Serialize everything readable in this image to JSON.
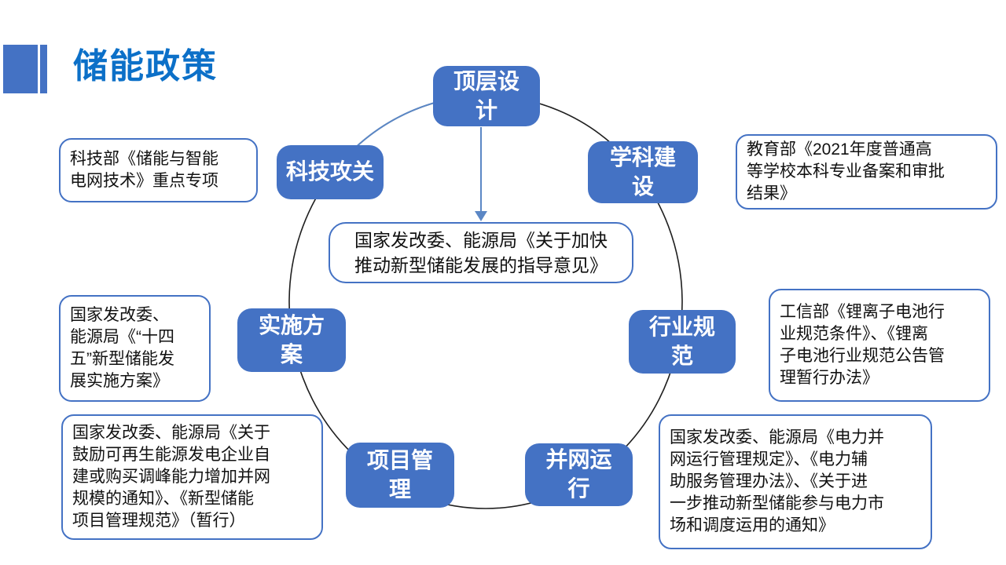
{
  "slide": {
    "title": "储能政策"
  },
  "colors": {
    "accent_blue": "#4472C4",
    "title_blue": "#0C70C8",
    "arrow_blue": "#5B87C5",
    "circle_stroke": "#1f1f1f"
  },
  "diagram": {
    "nodes": {
      "top": "顶层设\n计",
      "upper_right": "学科建\n设",
      "right": "行业规\n范",
      "lower_right": "并网运\n行",
      "lower_left": "项目管\n理",
      "left": "实施方\n案",
      "upper_left": "科技攻关"
    },
    "center_note": "国家发改委、能源局《关于加快\n推动新型储能发展的指导意见》",
    "callouts": {
      "left_top": "科技部《储能与智能\n电网技术》重点专项",
      "right_top": "教育部《2021年度普通高\n等学校本科专业备案和审批\n结果》",
      "right_middle": "工信部《锂离子电池行\n业规范条件》、《锂离\n子电池行业规范公告管\n理暂行办法》",
      "right_bottom": "国家发改委、能源局《电力并\n网运行管理规定》、《电力辅\n助服务管理办法》、《关于进\n一步推动新型储能参与电力市\n场和调度运用的通知》",
      "left_middle": "国家发改委、\n能源局《“十四\n五”新型储能发\n展实施方案》",
      "left_bottom": "国家发改委、能源局《关于\n鼓励可再生能源发电企业自\n建或购买调峰能力增加并网\n规模的通知》、《新型储能\n项目管理规范》（暂行）"
    }
  }
}
